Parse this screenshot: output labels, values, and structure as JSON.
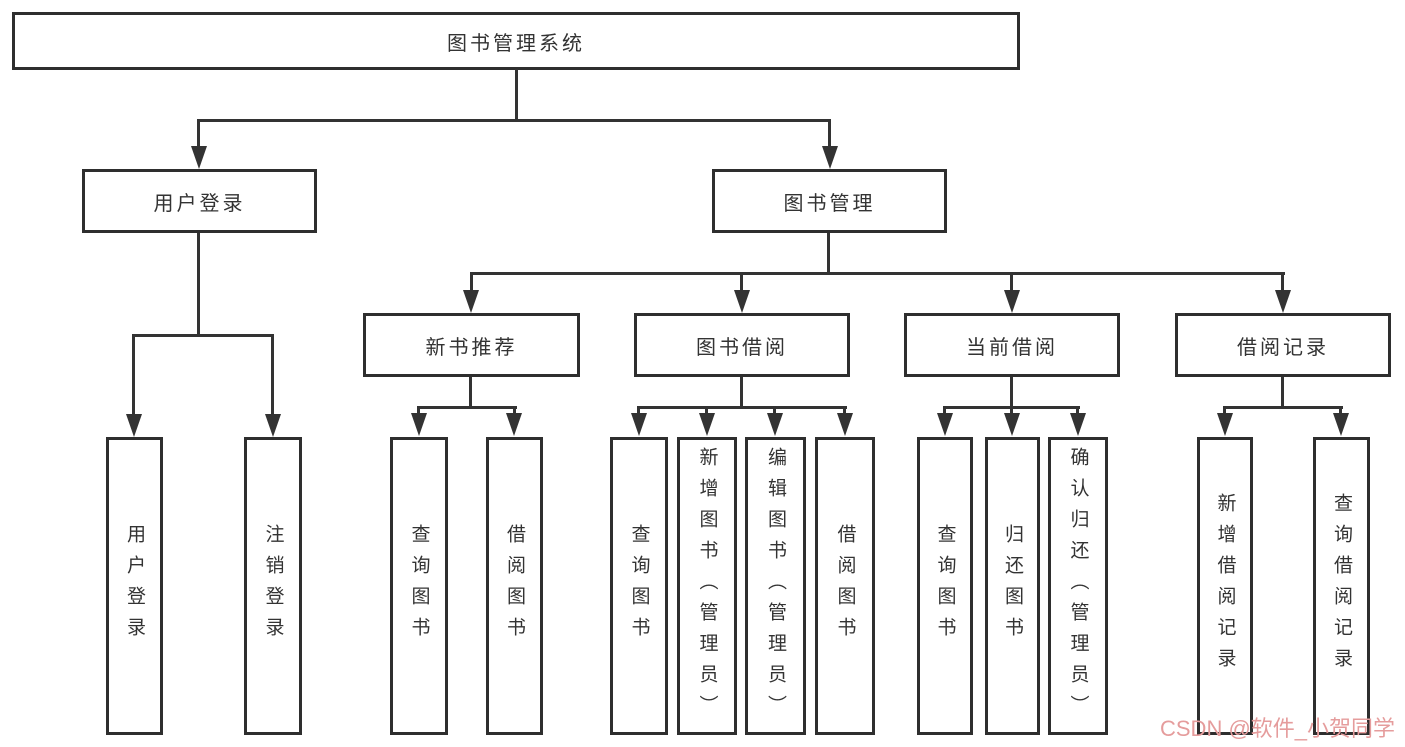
{
  "diagram_title": "图书管理系统",
  "tree": {
    "label": "图书管理系统",
    "children": [
      {
        "label": "用户登录",
        "children": [
          {
            "label": "用户登录"
          },
          {
            "label": "注销登录"
          }
        ]
      },
      {
        "label": "图书管理",
        "children": [
          {
            "label": "新书推荐",
            "children": [
              {
                "label": "查询图书"
              },
              {
                "label": "借阅图书"
              }
            ]
          },
          {
            "label": "图书借阅",
            "children": [
              {
                "label": "查询图书"
              },
              {
                "label": "新增图书（管理员）"
              },
              {
                "label": "编辑图书（管理员）"
              },
              {
                "label": "借阅图书"
              }
            ]
          },
          {
            "label": "当前借阅",
            "children": [
              {
                "label": "查询图书"
              },
              {
                "label": "归还图书"
              },
              {
                "label": "确认归还（管理员）"
              }
            ]
          },
          {
            "label": "借阅记录",
            "children": [
              {
                "label": "新增借阅记录"
              },
              {
                "label": "查询借阅记录"
              }
            ]
          }
        ]
      }
    ]
  },
  "watermark": {
    "text": "CSDN @软件_小贺同学"
  },
  "colors": {
    "line": "#333333",
    "box_border": "#2e2e2e",
    "box_fill": "#ffffff",
    "text": "#333333",
    "watermark": "#e59c9c",
    "background": "#ffffff"
  }
}
